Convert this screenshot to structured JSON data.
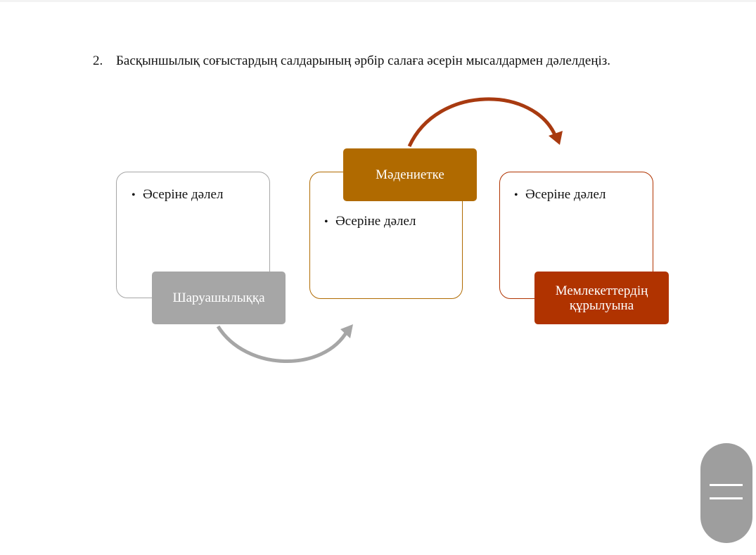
{
  "task": {
    "number": "2.",
    "text": "Басқыншылық соғыстардың салдарының әрбір салаға әсерін мысалдармен дәлелдеңіз."
  },
  "diagram": {
    "steps": [
      {
        "label": "Шаруашылыққа",
        "bullet": "Әсеріне дәлел",
        "color": "#a6a6a6"
      },
      {
        "label": "Мәдениетке",
        "bullet": "Әсеріне дәлел",
        "color": "#b06a00"
      },
      {
        "label_lines": [
          "Мемлекеттердің",
          "құрылуына"
        ],
        "bullet": "Әсеріне дәлел",
        "color": "#b03300"
      }
    ],
    "arrow_colors": [
      "#a6a6a6",
      "#a83a10"
    ]
  },
  "controls": {
    "scroll_handle_icon": "hamburger-menu-icon",
    "scroll_handle_color": "#9e9e9e"
  }
}
